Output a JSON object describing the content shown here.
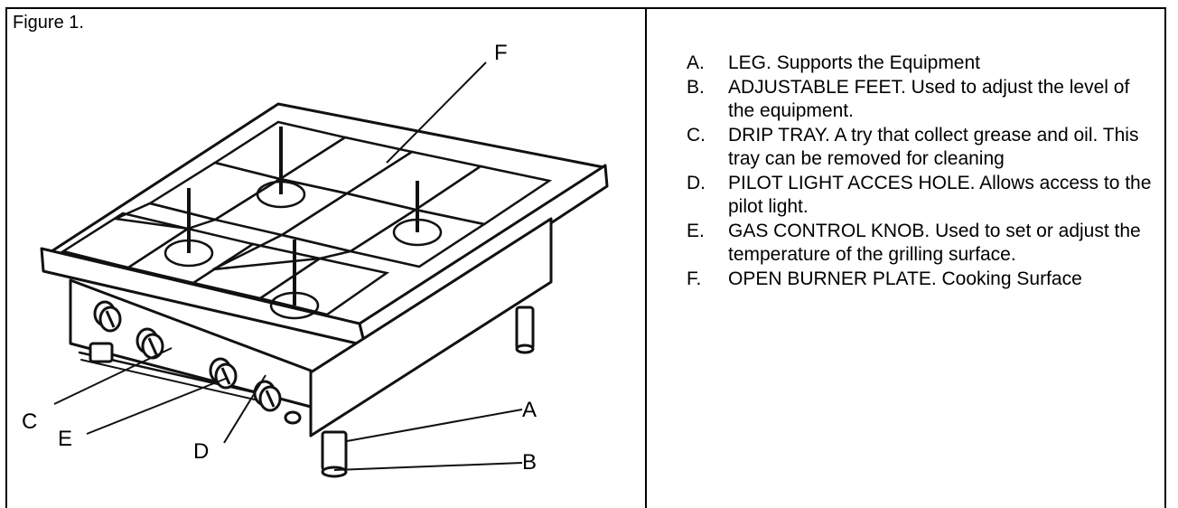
{
  "figure": {
    "caption": "Figure 1.",
    "callouts": [
      {
        "id": "F",
        "letter": "F"
      },
      {
        "id": "C",
        "letter": "C"
      },
      {
        "id": "E",
        "letter": "E"
      },
      {
        "id": "D",
        "letter": "D"
      },
      {
        "id": "A",
        "letter": "A"
      },
      {
        "id": "B",
        "letter": "B"
      }
    ]
  },
  "legend": {
    "items": [
      {
        "letter": "A.",
        "text": "LEG. Supports the Equipment"
      },
      {
        "letter": "B.",
        "text": "ADJUSTABLE FEET. Used to adjust the level of the equipment."
      },
      {
        "letter": "C.",
        "text": "DRIP TRAY. A try that collect grease and oil. This tray can be removed for cleaning"
      },
      {
        "letter": "D.",
        "text": "PILOT LIGHT ACCES HOLE. Allows access to the pilot light."
      },
      {
        "letter": "E.",
        "text": "GAS CONTROL KNOB. Used to set or adjust the temperature of the grilling surface."
      },
      {
        "letter": "F.",
        "text": "OPEN BURNER PLATE. Cooking Surface"
      }
    ]
  }
}
